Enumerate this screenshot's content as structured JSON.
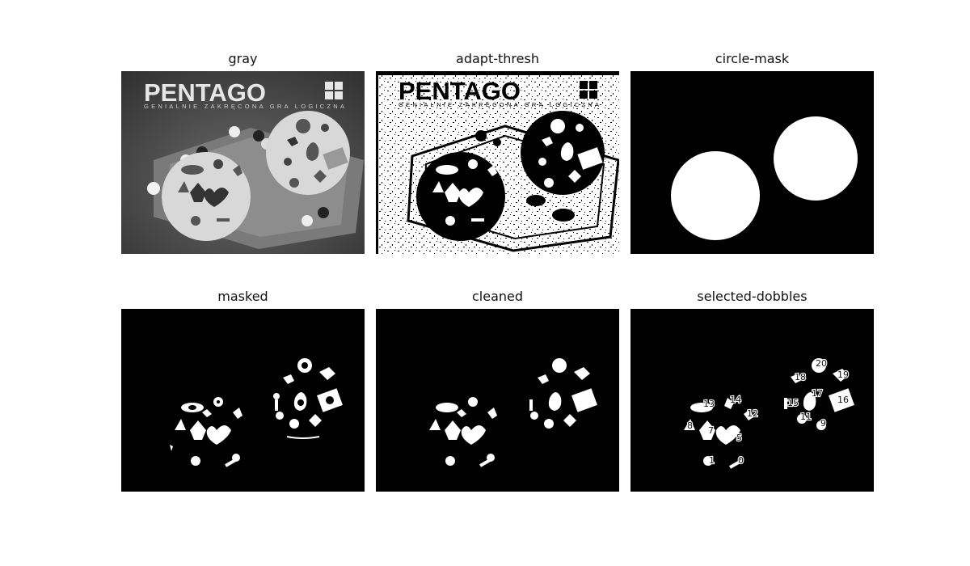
{
  "panels": [
    {
      "title": "gray"
    },
    {
      "title": "adapt-thresh"
    },
    {
      "title": "circle-mask"
    },
    {
      "title": "masked"
    },
    {
      "title": "cleaned"
    },
    {
      "title": "selected-dobbles"
    }
  ],
  "box_text": {
    "brand": "PENTAGO",
    "tagline": "GENIALNIE ZAKRĘCONA GRA LOGICZNA"
  },
  "dobble_labels": [
    "20",
    "19",
    "18",
    "17",
    "16",
    "15",
    "13",
    "14",
    "12",
    "11",
    "9",
    "8",
    "7",
    "5",
    "1",
    "0"
  ],
  "colors": {
    "background": "#ffffff",
    "image_black": "#000000",
    "image_white": "#ffffff",
    "gray_bg": "#4a4a4a",
    "gray_card": "#d9d9d9"
  }
}
